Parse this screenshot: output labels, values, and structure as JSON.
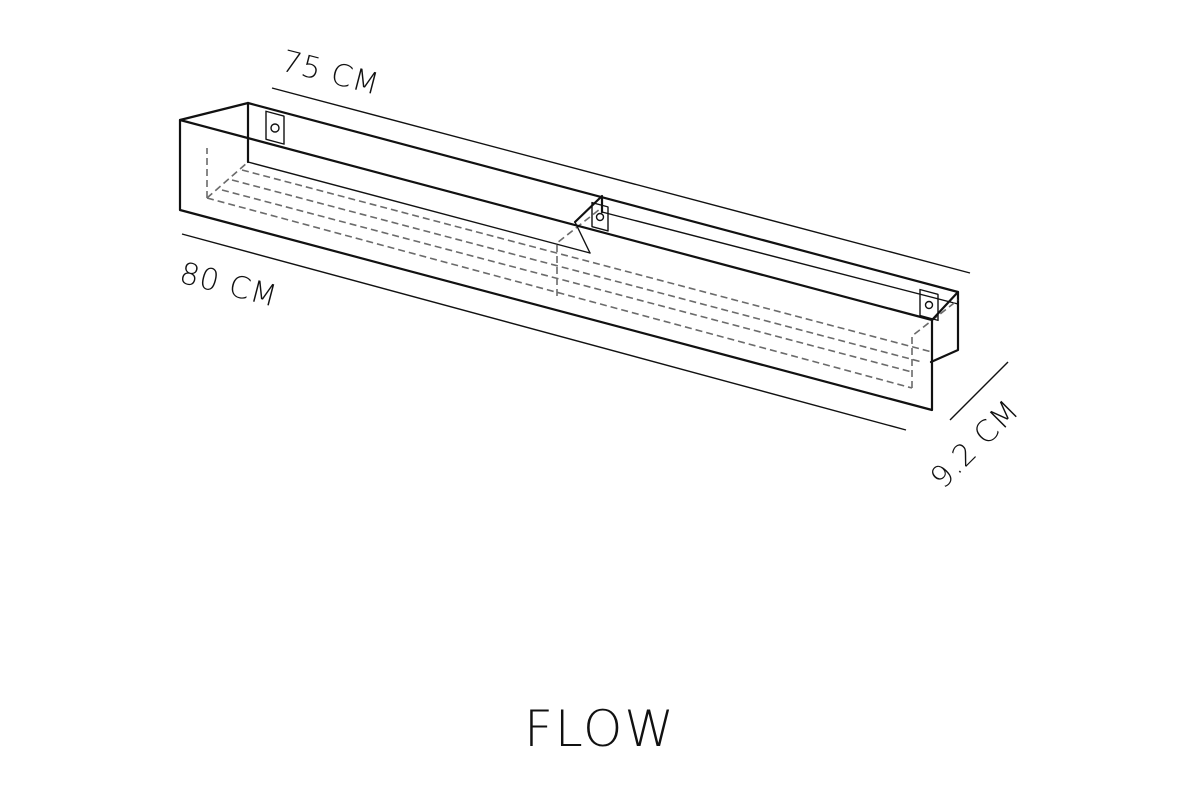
{
  "diagram": {
    "product_name": "FLOW",
    "dimensions": {
      "back_length": "75 CM",
      "front_length": "80 CM",
      "depth": "9.2 CM"
    }
  }
}
